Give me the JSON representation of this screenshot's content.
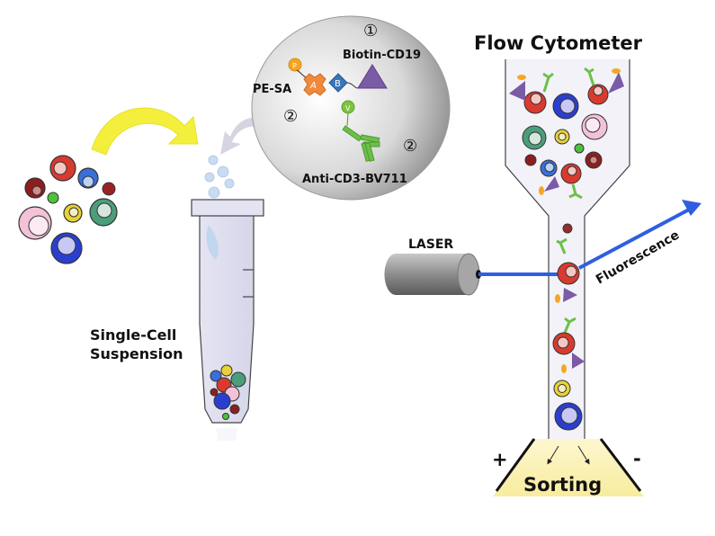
{
  "labels": {
    "title": "Flow Cytometer",
    "biotin": "Biotin-CD19",
    "pesa": "PE-SA",
    "anti": "Anti-CD3-BV711",
    "step1": "①",
    "step2a": "②",
    "step2b": "②",
    "laser": "LASER",
    "fluorescence": "Fluorescence",
    "single1": "Single-Cell",
    "single2": "Suspension",
    "sorting": "Sorting",
    "plus": "+",
    "minus": "-",
    "glyph_b": "B",
    "glyph_a": "A",
    "glyph_p": "P",
    "glyph_v": "V"
  },
  "colors": {
    "laser_beam": "#2f5fe0",
    "sorting_fill": "#fbf2b8",
    "arrow_yellow": "#f4ef3c",
    "cd19_triangle": "#7b5aa6",
    "antibody_green": "#6cc04a",
    "pe_orange": "#f08a3a"
  },
  "cells": [
    {
      "color": "#d93a2f",
      "inner": "#f6c7c2"
    },
    {
      "color": "#2a3fd0",
      "inner": "#c8c8f4"
    },
    {
      "color": "#4b9e7a",
      "inner": "#d6e6dc"
    },
    {
      "color": "#e8d13a",
      "inner": "#f4eec0"
    },
    {
      "color": "#f3c2d8",
      "inner": "#fbeaf2"
    },
    {
      "color": "#8e1e1e",
      "inner": "#d58a8a"
    },
    {
      "color": "#3b6fd8",
      "inner": "#bcd2f4"
    },
    {
      "color": "#4cc23a",
      "inner": "#4cc23a"
    }
  ]
}
